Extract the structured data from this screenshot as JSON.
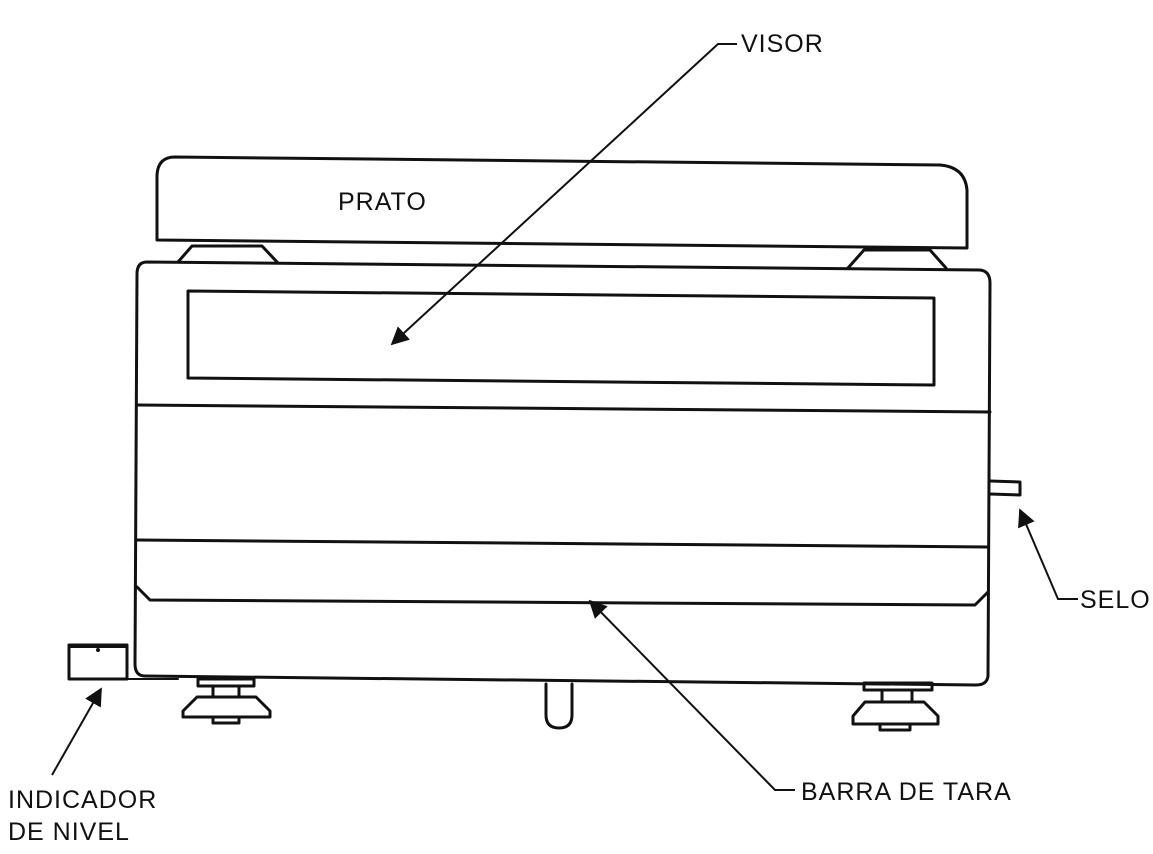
{
  "labels": {
    "visor": "VISOR",
    "prato": "PRATO",
    "selo": "SELO",
    "barra_de_tara": "BARRA DE TARA",
    "indicador_de_nivel_line1": "INDICADOR",
    "indicador_de_nivel_line2": "DE NIVEL"
  }
}
